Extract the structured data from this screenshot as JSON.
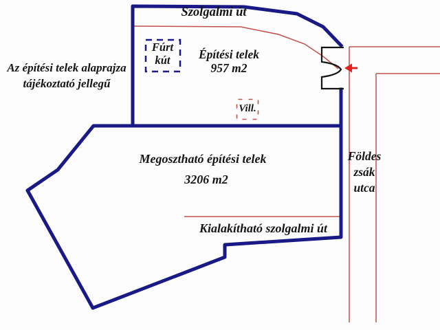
{
  "labels": {
    "disclaimer": "Az építési telek alaprajza\ntájékoztató jellegű",
    "top_road": "Szolgalmi út",
    "well": "Fúrt\nkút",
    "plot1": "Építési telek\n957 m2",
    "utility": "Vill.",
    "plot2_name": "Megosztható építési telek",
    "plot2_area": "3206 m2",
    "street": "Földes\nzsák\nutca",
    "bottom_road": "Kialakítható szolgalmi út"
  },
  "colors": {
    "parcel_outline": "#1a1a87",
    "survey_line": "#c0504d",
    "arrow": "#e31f1f",
    "gate": "#131313",
    "text": "#141414",
    "background": "#fdfdfd"
  }
}
